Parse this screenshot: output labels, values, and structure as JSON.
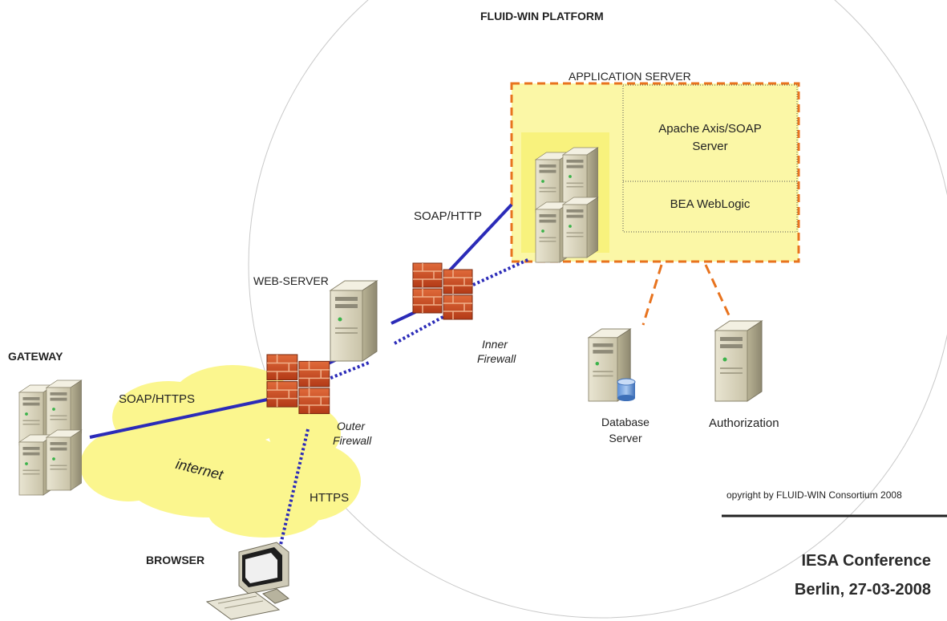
{
  "platform_title": "FLUID-WIN PLATFORM",
  "app_server": {
    "title": "APPLICATION SERVER",
    "component_top": "Apache Axis/SOAP Server",
    "component_top_line1": "Apache Axis/SOAP",
    "component_top_line2": "Server",
    "component_bottom": "BEA WebLogic"
  },
  "nodes": {
    "gateway": "GATEWAY",
    "web_server": "WEB-SERVER",
    "browser": "BROWSER",
    "database_server_line1": "Database",
    "database_server_line2": "Server",
    "authorization": "Authorization",
    "internet": "internet"
  },
  "firewalls": {
    "inner_line1": "Inner",
    "inner_line2": "Firewall",
    "outer_line1": "Outer",
    "outer_line2": "Firewall"
  },
  "protocols": {
    "soap_http": "SOAP/HTTP",
    "soap_https": "SOAP/HTTPS",
    "https": "HTTPS"
  },
  "footer": {
    "copyright": "opyright by FLUID-WIN Consortium 2008",
    "conference_line1": "IESA Conference",
    "conference_line2": "Berlin, 27-03-2008"
  },
  "colors": {
    "link_blue": "#2b2bb8",
    "dashed_orange": "#e8731e",
    "yellow_fill": "#fbf7a6",
    "firewall_red": "#c8431e"
  }
}
